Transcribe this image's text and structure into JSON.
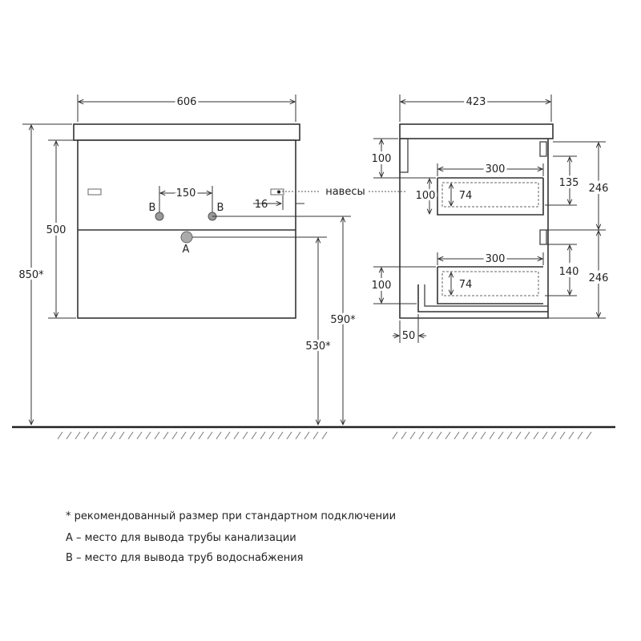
{
  "front_view": {
    "width": "606",
    "height_total": "850*",
    "height_body": "500",
    "pipe_spacing": "150",
    "hinge_offset": "16",
    "hinge_label": "навесы",
    "point_a": "A",
    "point_b_left": "B",
    "point_b_right": "B",
    "height_b": "590*",
    "height_a": "530*"
  },
  "side_view": {
    "depth": "423",
    "top_offset": "100",
    "drawer_top_depth": "300",
    "drawer_top_height": "100",
    "drawer_top_inner": "74",
    "drawer_top_back": "135",
    "drawer_top_section": "246",
    "bottom_offset": "100",
    "drawer_bottom_depth": "300",
    "drawer_bottom_inner": "74",
    "drawer_bottom_back": "140",
    "drawer_bottom_section": "246",
    "toe_depth": "50"
  },
  "notes": [
    "* рекомендованный размер при стандартном подключении",
    "A – место для вывода трубы канализации",
    "B – место для вывода труб водоснабжения"
  ]
}
